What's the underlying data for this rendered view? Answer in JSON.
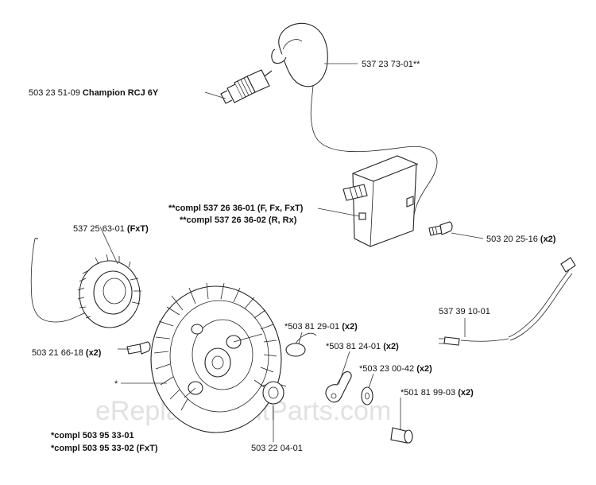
{
  "watermark": "eReplacementParts.com",
  "labels": {
    "spark_plug": {
      "number": "503 23 51-09",
      "suffix": "Champion RCJ 6Y"
    },
    "plug_cap": {
      "number": "537 23 73-01**",
      "suffix": ""
    },
    "ignition_module_1": {
      "number": "**compl 537 26 36-01",
      "suffix": "(F, Fx, FxT)"
    },
    "ignition_module_2": {
      "number": "**compl 537 26 36-02",
      "suffix": "(R, Rx)"
    },
    "module_screw": {
      "number": "503 20 25-16",
      "suffix": "(x2)"
    },
    "stator": {
      "number": "537 25 63-01",
      "suffix": "(FxT)"
    },
    "stator_screw": {
      "number": "503 21 66-18",
      "suffix": "(x2)"
    },
    "flywheel_star": {
      "number": "*",
      "suffix": ""
    },
    "circlip": {
      "number": "*503 81 29-01",
      "suffix": "(x2)"
    },
    "pawl": {
      "number": "*503 81 24-01",
      "suffix": "(x2)"
    },
    "washer": {
      "number": "*503 23 00-42",
      "suffix": "(x2)"
    },
    "pawl_screw": {
      "number": "*501 81 99-03",
      "suffix": "(x2)"
    },
    "cable": {
      "number": "537 39 10-01",
      "suffix": ""
    },
    "nut": {
      "number": "503 22 04-01",
      "suffix": ""
    },
    "flywheel_1": {
      "number": "*compl 503 95 33-01",
      "suffix": ""
    },
    "flywheel_2": {
      "number": "*compl 503 95 33-02",
      "suffix": "(FxT)"
    }
  }
}
